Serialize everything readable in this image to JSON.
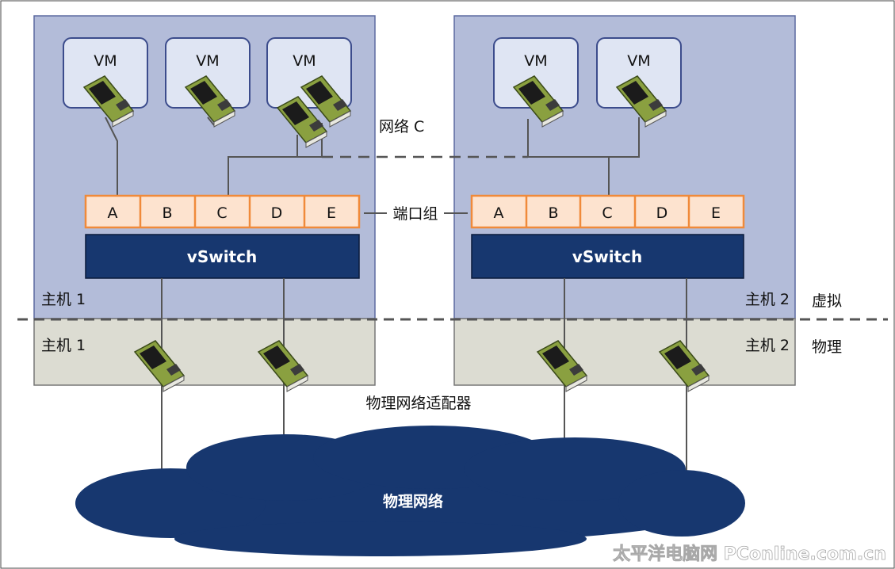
{
  "vm_label": "VM",
  "network_c_label": "网络 C",
  "port_group_label": "端口组",
  "vswitch_label": "vSwitch",
  "ports": [
    "A",
    "B",
    "C",
    "D",
    "E"
  ],
  "host1": {
    "virtual_label": "主机 1",
    "physical_label": "主机 1"
  },
  "host2": {
    "virtual_label": "主机 2",
    "physical_label": "主机 2"
  },
  "layer_virtual_label": "虚拟",
  "layer_physical_label": "物理",
  "physical_adapter_label": "物理网络适配器",
  "physical_network_label": "物理网络",
  "watermark": "太平洋电脑网 PConline.com.cn",
  "colors": {
    "host_virtual_bg": "#b3bcd9",
    "host_physical_bg": "#dcdcd2",
    "vm_bg": "#dfe5f3",
    "vm_border": "#3c4c8c",
    "vswitch_bg": "#17376f",
    "port_bg": "#fde3cf",
    "port_border": "#f08a3a",
    "cloud": "#17376f",
    "line": "#555555"
  },
  "icons": [
    "nic-card-icon"
  ]
}
